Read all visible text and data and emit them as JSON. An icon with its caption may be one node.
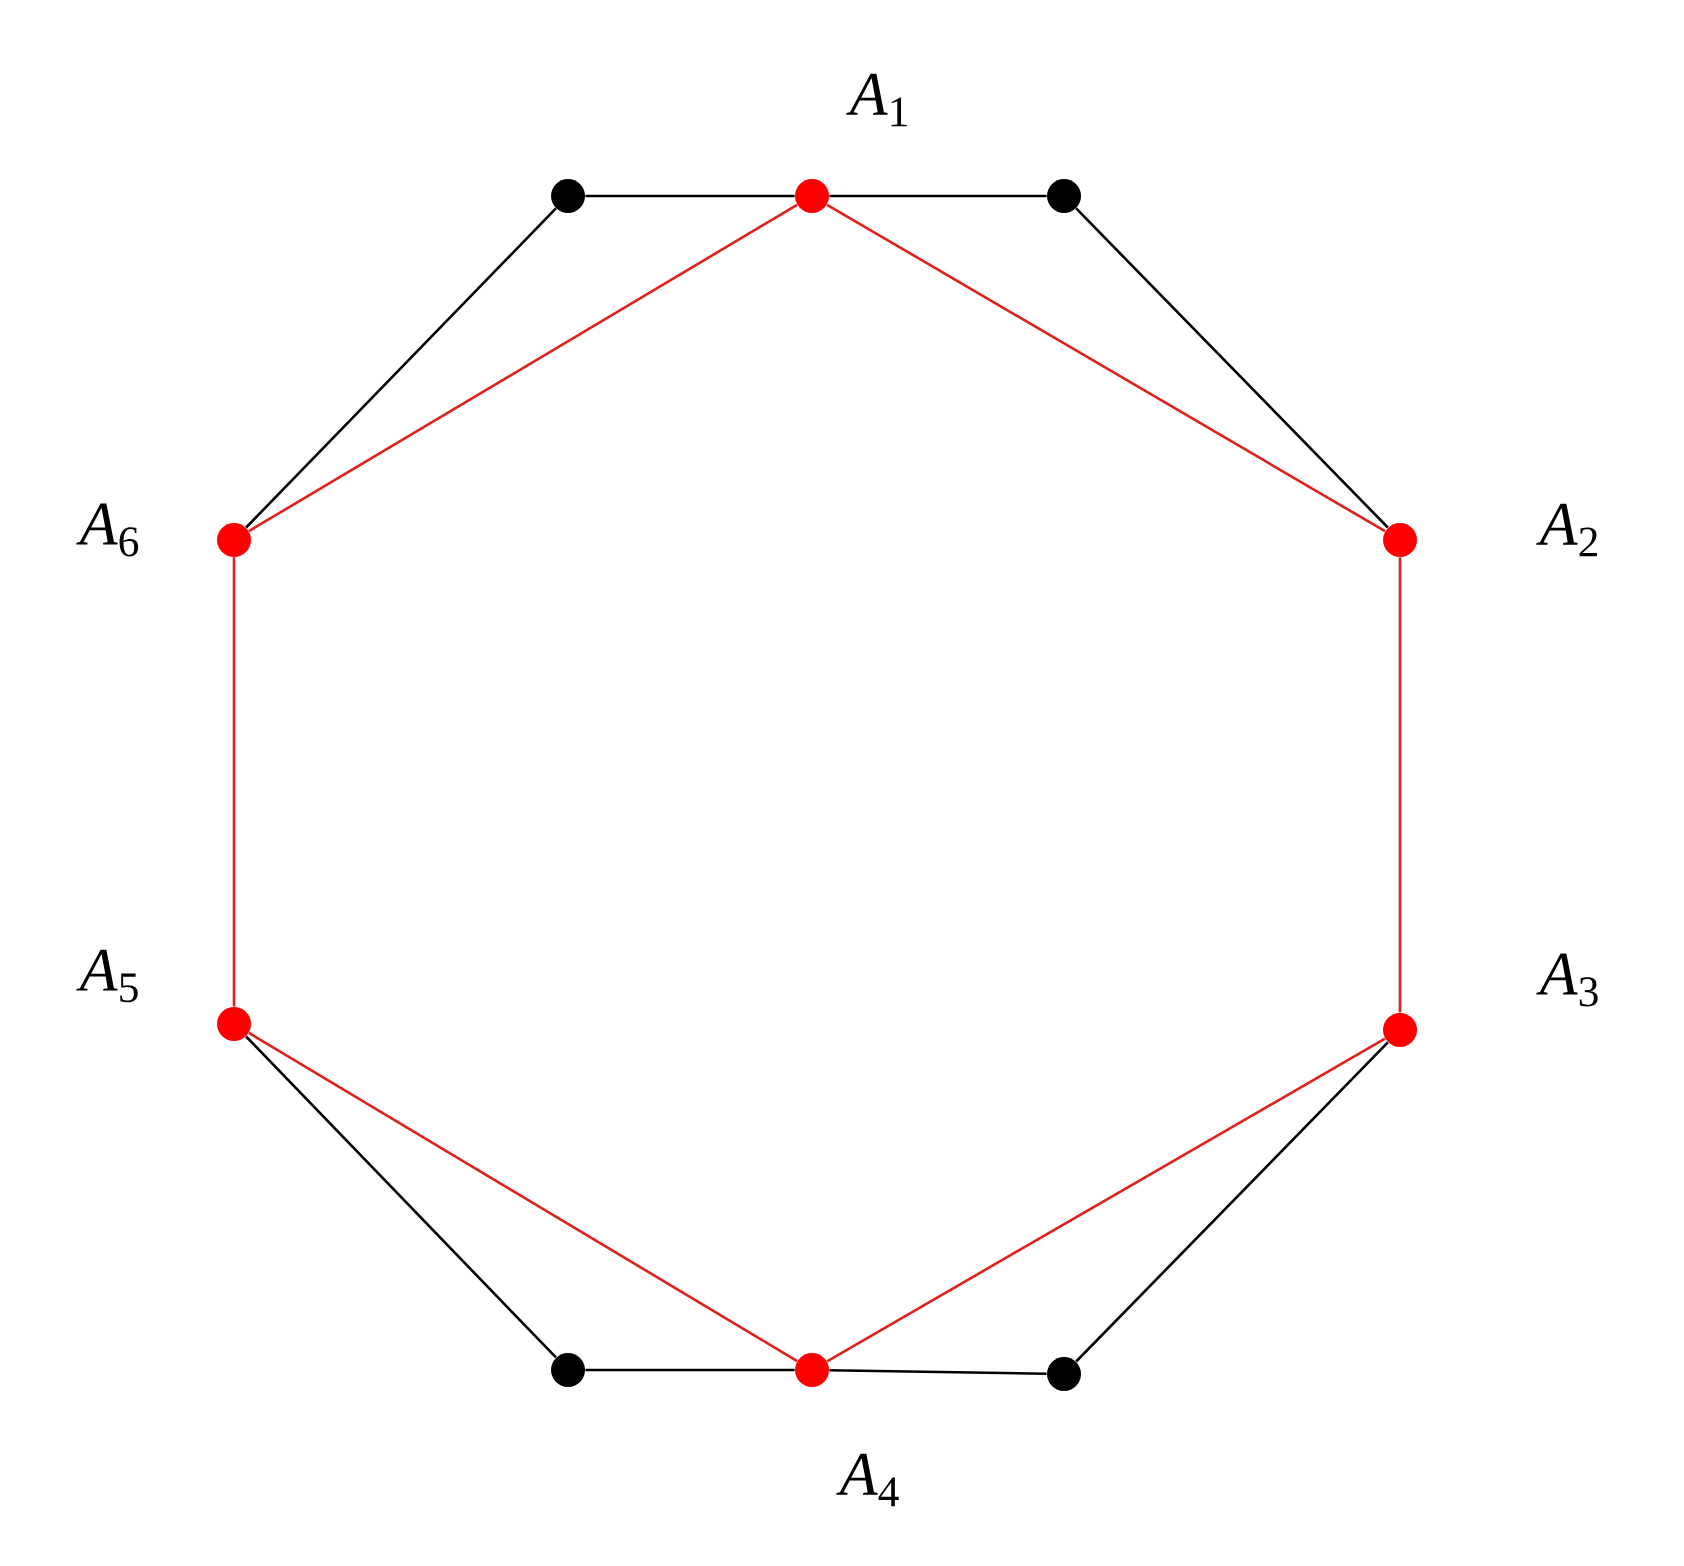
{
  "diagram": {
    "nodes": [
      {
        "text": [],
        "shape": "circle"
      },
      {
        "text": [],
        "shape": "circle",
        "beside": [
          "*A*$_{1}$"
        ]
      },
      {
        "text": [],
        "shape": "circle"
      },
      {
        "text": [],
        "shape": "circle",
        "beside": [
          "*A*$_{6}$"
        ]
      },
      {
        "text": [],
        "shape": "circle",
        "beside": [
          "*A*$_{2}$"
        ]
      },
      {
        "text": [],
        "shape": "circle",
        "beside": [
          "*A*$_{5}$"
        ]
      },
      {
        "text": [],
        "shape": "circle",
        "beside": [
          "*A*$_{3}$"
        ]
      },
      {
        "text": [],
        "shape": "circle"
      },
      {
        "text": [],
        "shape": "circle",
        "beside": [
          "*A*$_{4}$"
        ]
      },
      {
        "text": [],
        "shape": "circle"
      }
    ],
    "edges": [
      {
        "from": 0,
        "to": 1,
        "arrow": "none"
      },
      {
        "from": 1,
        "to": 2,
        "arrow": "none"
      },
      {
        "from": 2,
        "to": 4,
        "arrow": "none"
      },
      {
        "from": 6,
        "to": 9,
        "arrow": "none"
      },
      {
        "from": 9,
        "to": 8,
        "arrow": "none"
      },
      {
        "from": 8,
        "to": 7,
        "arrow": "none"
      },
      {
        "from": 7,
        "to": 5,
        "arrow": "none"
      },
      {
        "from": 3,
        "to": 0,
        "arrow": "none"
      },
      {
        "from": 1,
        "to": 4,
        "arrow": "none",
        "color": "#e0201b"
      },
      {
        "from": 4,
        "to": 6,
        "arrow": "none",
        "color": "#e0201b"
      },
      {
        "from": 6,
        "to": 8,
        "arrow": "none",
        "color": "#e0201b"
      },
      {
        "from": 8,
        "to": 5,
        "arrow": "none",
        "color": "#e0201b"
      },
      {
        "from": 5,
        "to": 3,
        "arrow": "none",
        "color": "#e0201b"
      },
      {
        "from": 3,
        "to": 1,
        "arrow": "none",
        "color": "#e0201b"
      }
    ]
  }
}
